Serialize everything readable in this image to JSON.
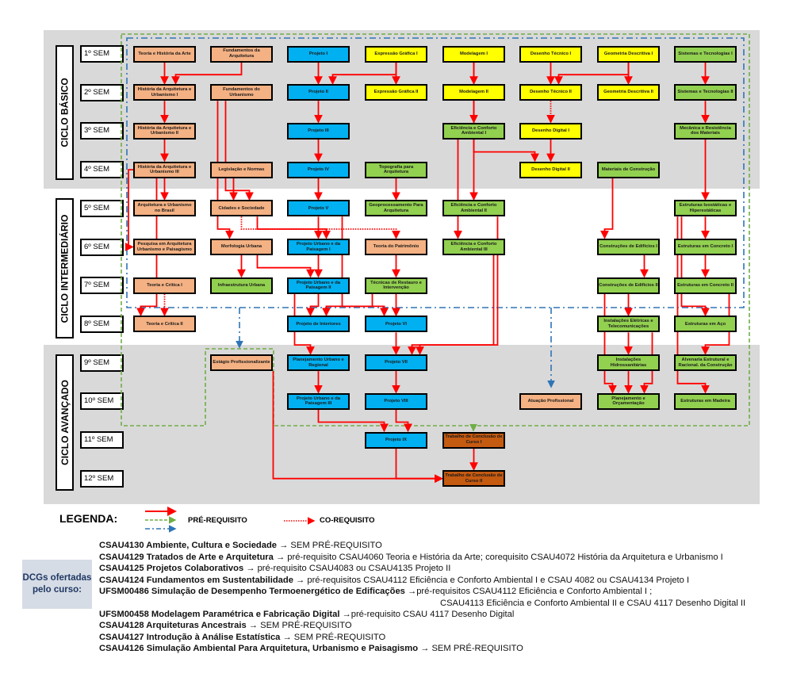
{
  "colors": {
    "teoria": "#f4b183",
    "projeto": "#00b0f0",
    "representacao": "#ffff00",
    "tecnologia": "#92d050",
    "tcc": "#c55a11",
    "prereq": "#ff0000",
    "prereq_green": "#70ad47",
    "prereq_blue": "#2e75b6"
  },
  "cycles": [
    {
      "label": "CICLO BÁSICO"
    },
    {
      "label": "CICLO INTERMEDIÁRIO"
    },
    {
      "label": "CICLO AVANÇADO"
    }
  ],
  "semesters": [
    "1º SEM",
    "2º SEM",
    "3º SEM",
    "4º SEM",
    "5º SEM",
    "6º SEM",
    "7º SEM",
    "8º SEM",
    "9º SEM",
    "10º SEM",
    "11º SEM",
    "12º SEM"
  ],
  "courses": [
    {
      "id": "thArte",
      "name": "Teoria e História da Arte",
      "semester": 1,
      "type": "teoria"
    },
    {
      "id": "fundArq",
      "name": "Fundamentos da Arquitetura",
      "semester": 1,
      "type": "teoria"
    },
    {
      "id": "p1",
      "name": "Projeto I",
      "semester": 1,
      "type": "projeto"
    },
    {
      "id": "eg1",
      "name": "Expressão Gráfica I",
      "semester": 1,
      "type": "representacao"
    },
    {
      "id": "mod1",
      "name": "Modelagem I",
      "semester": 1,
      "type": "representacao"
    },
    {
      "id": "dt1",
      "name": "Desenho Técnico I",
      "semester": 1,
      "type": "representacao"
    },
    {
      "id": "gd1",
      "name": "Geometria Descritiva I",
      "semester": 1,
      "type": "representacao"
    },
    {
      "id": "st1",
      "name": "Sistemas e Tecnologias I",
      "semester": 1,
      "type": "tecnologia"
    },
    {
      "id": "hau1",
      "name": "História da Arquitetura e Urbanismo I",
      "semester": 2,
      "type": "teoria"
    },
    {
      "id": "fundUrb",
      "name": "Fundamentos do Urbanismo",
      "semester": 2,
      "type": "teoria"
    },
    {
      "id": "p2",
      "name": "Projeto II",
      "semester": 2,
      "type": "projeto"
    },
    {
      "id": "eg2",
      "name": "Expressão Gráfica II",
      "semester": 2,
      "type": "representacao"
    },
    {
      "id": "mod2",
      "name": "Modelagem II",
      "semester": 2,
      "type": "representacao"
    },
    {
      "id": "dt2",
      "name": "Desenho Técnico II",
      "semester": 2,
      "type": "representacao"
    },
    {
      "id": "gd2",
      "name": "Geometria Descritiva II",
      "semester": 2,
      "type": "representacao"
    },
    {
      "id": "st2",
      "name": "Sistemas e Tecnologias II",
      "semester": 2,
      "type": "tecnologia"
    },
    {
      "id": "hau2",
      "name": "História da Arquitetura e Urbanismo II",
      "semester": 3,
      "type": "teoria"
    },
    {
      "id": "p3",
      "name": "Projeto III",
      "semester": 3,
      "type": "projeto"
    },
    {
      "id": "eca1",
      "name": "Eficiência e Conforto Ambiental I",
      "semester": 3,
      "type": "tecnologia"
    },
    {
      "id": "dd1",
      "name": "Desenho Digital I",
      "semester": 3,
      "type": "representacao"
    },
    {
      "id": "mrm",
      "name": "Mecânica e Resistência dos Materiais",
      "semester": 3,
      "type": "tecnologia"
    },
    {
      "id": "hau3",
      "name": "História da Arquitetura e Urbanismo III",
      "semester": 4,
      "type": "teoria"
    },
    {
      "id": "leg",
      "name": "Legislação e Normas",
      "semester": 4,
      "type": "teoria"
    },
    {
      "id": "p4",
      "name": "Projeto IV",
      "semester": 4,
      "type": "projeto"
    },
    {
      "id": "topo",
      "name": "Topografia para Arquitetura",
      "semester": 4,
      "type": "tecnologia"
    },
    {
      "id": "dd2",
      "name": "Desenho Digital II",
      "semester": 4,
      "type": "representacao"
    },
    {
      "id": "mat",
      "name": "Materiais de Construção",
      "semester": 4,
      "type": "tecnologia"
    },
    {
      "id": "aub",
      "name": "Arquitetura e Urbanismo no Brasil",
      "semester": 5,
      "type": "teoria"
    },
    {
      "id": "cid",
      "name": "Cidades e Sociedade",
      "semester": 5,
      "type": "teoria"
    },
    {
      "id": "p5",
      "name": "Projeto V",
      "semester": 5,
      "type": "projeto"
    },
    {
      "id": "geo",
      "name": "Geoprocessamento Para Arquitetura",
      "semester": 5,
      "type": "tecnologia"
    },
    {
      "id": "eca2",
      "name": "Eficiência e Conforto Ambiental II",
      "semester": 5,
      "type": "tecnologia"
    },
    {
      "id": "eih",
      "name": "Estruturas Isostáticas e Hiperestáticas",
      "semester": 5,
      "type": "tecnologia"
    },
    {
      "id": "pesq",
      "name": "Pesquisa em Arquitetura Urbanismo e Paisagismo",
      "semester": 6,
      "type": "teoria"
    },
    {
      "id": "morf",
      "name": "Morfologia Urbana",
      "semester": 6,
      "type": "teoria"
    },
    {
      "id": "pup1",
      "name": "Projeto Urbano e da Paisagem I",
      "semester": 6,
      "type": "projeto"
    },
    {
      "id": "tpat",
      "name": "Teoria do Patrimônio",
      "semester": 6,
      "type": "teoria"
    },
    {
      "id": "eca3",
      "name": "Eficiência e Conforto Ambiental III",
      "semester": 6,
      "type": "tecnologia"
    },
    {
      "id": "ce1",
      "name": "Construções de Edifícios I",
      "semester": 6,
      "type": "tecnologia"
    },
    {
      "id": "ec1",
      "name": "Estruturas em Concreto I",
      "semester": 6,
      "type": "tecnologia"
    },
    {
      "id": "tc1",
      "name": "Teoria e Crítica I",
      "semester": 7,
      "type": "teoria"
    },
    {
      "id": "infra",
      "name": "Infraestrutura Urbana",
      "semester": 7,
      "type": "tecnologia"
    },
    {
      "id": "pup2",
      "name": "Projeto Urbano e da Paisagem II",
      "semester": 7,
      "type": "projeto"
    },
    {
      "id": "tri",
      "name": "Técnicas de Restauro e Intervenção",
      "semester": 7,
      "type": "tecnologia"
    },
    {
      "id": "ce2",
      "name": "Construções de Edifícios II",
      "semester": 7,
      "type": "tecnologia"
    },
    {
      "id": "ec2",
      "name": "Estruturas em Concreto II",
      "semester": 7,
      "type": "tecnologia"
    },
    {
      "id": "tc2",
      "name": "Teoria e Crítica II",
      "semester": 8,
      "type": "teoria"
    },
    {
      "id": "pint",
      "name": "Projeto de Interiores",
      "semester": 8,
      "type": "projeto"
    },
    {
      "id": "p6",
      "name": "Projeto VI",
      "semester": 8,
      "type": "projeto"
    },
    {
      "id": "iet",
      "name": "Instalações Elétricas e Telecomunicações",
      "semester": 8,
      "type": "tecnologia"
    },
    {
      "id": "eaco",
      "name": "Estruturas em Aço",
      "semester": 8,
      "type": "tecnologia"
    },
    {
      "id": "est",
      "name": "Estágio Profissionalizante",
      "semester": 9,
      "type": "teoria"
    },
    {
      "id": "pur",
      "name": "Planejamento Urbano e Regional",
      "semester": 9,
      "type": "projeto"
    },
    {
      "id": "p7",
      "name": "Projeto VII",
      "semester": 9,
      "type": "projeto"
    },
    {
      "id": "ihs",
      "name": "Instalações Hidrossanitárias",
      "semester": 9,
      "type": "tecnologia"
    },
    {
      "id": "alv",
      "name": "Alvenaria Estrutural e Racional. da Construção",
      "semester": 9,
      "type": "tecnologia"
    },
    {
      "id": "pup3",
      "name": "Projeto Urbano e da Paisagem III",
      "semester": 10,
      "type": "projeto"
    },
    {
      "id": "p8",
      "name": "Projeto VIII",
      "semester": 10,
      "type": "projeto"
    },
    {
      "id": "atu",
      "name": "Atuação Profissional",
      "semester": 10,
      "type": "teoria"
    },
    {
      "id": "plo",
      "name": "Planejamento e Orçamentação",
      "semester": 10,
      "type": "tecnologia"
    },
    {
      "id": "emad",
      "name": "Estruturas em Madeira",
      "semester": 10,
      "type": "tecnologia"
    },
    {
      "id": "p9",
      "name": "Projeto IX",
      "semester": 11,
      "type": "projeto"
    },
    {
      "id": "tcc1",
      "name": "Trabalho de Conclusão de Curso I",
      "semester": 11,
      "type": "tcc"
    },
    {
      "id": "tcc2",
      "name": "Trabalho de Conclusão de Curso II",
      "semester": 12,
      "type": "tcc"
    }
  ],
  "legend": {
    "title": "LEGENDA:",
    "prereq": "PRÉ-REQUISITO",
    "coreq": "CO-REQUISITO"
  },
  "dcg": {
    "box_label": "DCGs ofertadas pelo curso:",
    "lines": [
      {
        "bold": "CSAU4130 Ambiente, Cultura e Sociedade",
        "rest": " → SEM PRÉ-REQUISITO"
      },
      {
        "bold": "CSAU4129 Tratados de Arte e Arquitetura",
        "rest": " → pré-requisito CSAU4060 Teoria e História da Arte; corequisito CSAU4072 História da Arquitetura e Urbanismo I"
      },
      {
        "bold": "CSAU4125 Projetos Colaborativos",
        "rest": " → pré-requisito CSAU4083 ou CSAU4135 Projeto II"
      },
      {
        "bold": "CSAU4124 Fundamentos em Sustentabilidade",
        "rest": " → pré-requisitos CSAU4112 Eficiência e Conforto Ambiental I e CSAU 4082 ou CSAU4134 Projeto I"
      },
      {
        "bold": "UFSM00486 Simulação de Desempenho Termoenergético de Edificações",
        "rest": " →pré-requisitos CSAU4112 Eficiência e Conforto Ambiental I ;"
      },
      {
        "bold": "",
        "rest": "CSAU4113 Eficiência e Conforto Ambiental II e CSAU 4117 Desenho Digital II"
      },
      {
        "bold": "UFSM00458 Modelagem Paramétrica e Fabricação Digital",
        "rest": " →pré-requisito CSAU 4117 Desenho Digital"
      },
      {
        "bold": "CSAU4128 Arquiteturas Ancestrais",
        "rest": " → SEM PRÉ-REQUISITO"
      },
      {
        "bold": "CSAU4127 Introdução à Análise Estatística",
        "rest": " → SEM PRÉ-REQUISITO"
      },
      {
        "bold": "CSAU4126 Simulação Ambiental Para Arquitetura, Urbanismo e Paisagismo",
        "rest": " → SEM PRÉ-REQUISITO"
      }
    ]
  }
}
